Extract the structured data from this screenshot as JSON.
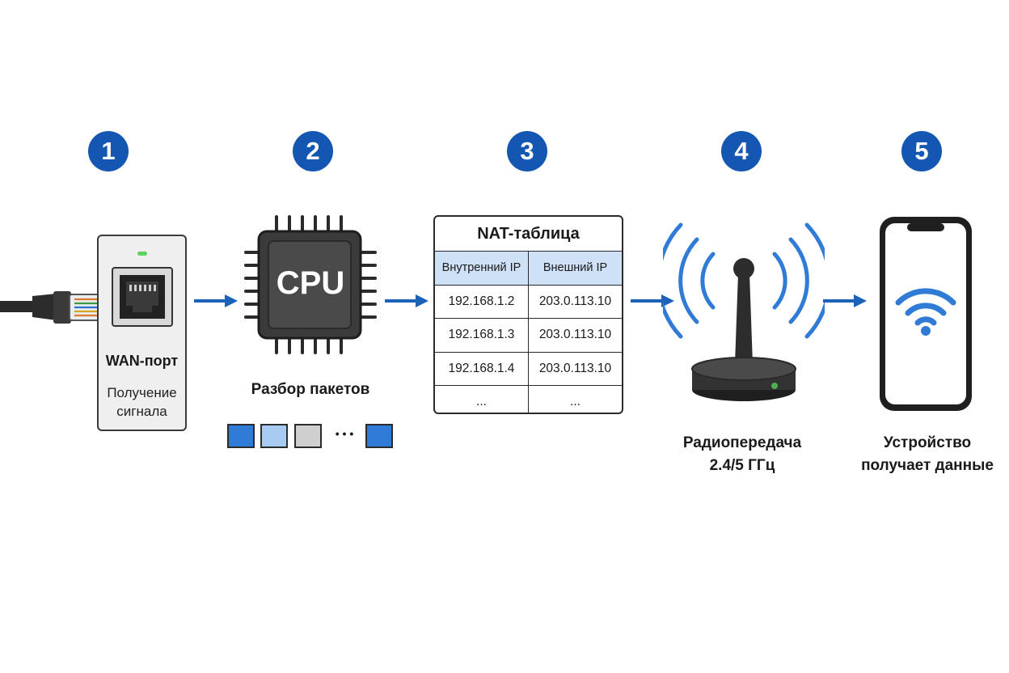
{
  "steps": [
    {
      "number": "1",
      "label": ""
    },
    {
      "number": "2",
      "label": "Разбор пакетов"
    },
    {
      "number": "3",
      "label": ""
    },
    {
      "number": "4",
      "label": "Радиопередача\n2.4/5 ГГц"
    },
    {
      "number": "5",
      "label": "Устройство\nполучает данные"
    }
  ],
  "wan": {
    "title": "WAN-порт",
    "subtitle": "Получение\nсигнала"
  },
  "cpu": {
    "text": "CPU"
  },
  "packets": {
    "items": [
      {
        "color": "#2f7bd6"
      },
      {
        "color": "#a8cbf2"
      },
      {
        "color": "#cfcfcf"
      },
      {
        "color": "#2f7bd6"
      }
    ],
    "ellipsis": "• • •"
  },
  "nat_table": {
    "title": "NAT-таблица",
    "columns": [
      "Внутренний IP",
      "Внешний IP"
    ],
    "rows": [
      [
        "192.168.1.2",
        "203.0.113.10"
      ],
      [
        "192.168.1.3",
        "203.0.113.10"
      ],
      [
        "192.168.1.4",
        "203.0.113.10"
      ],
      [
        "...",
        "..."
      ]
    ]
  },
  "colors": {
    "accent": "#1457b3",
    "arrow": "#1b62b8",
    "signal": "#2f7bd6",
    "led": "#4caf50"
  }
}
